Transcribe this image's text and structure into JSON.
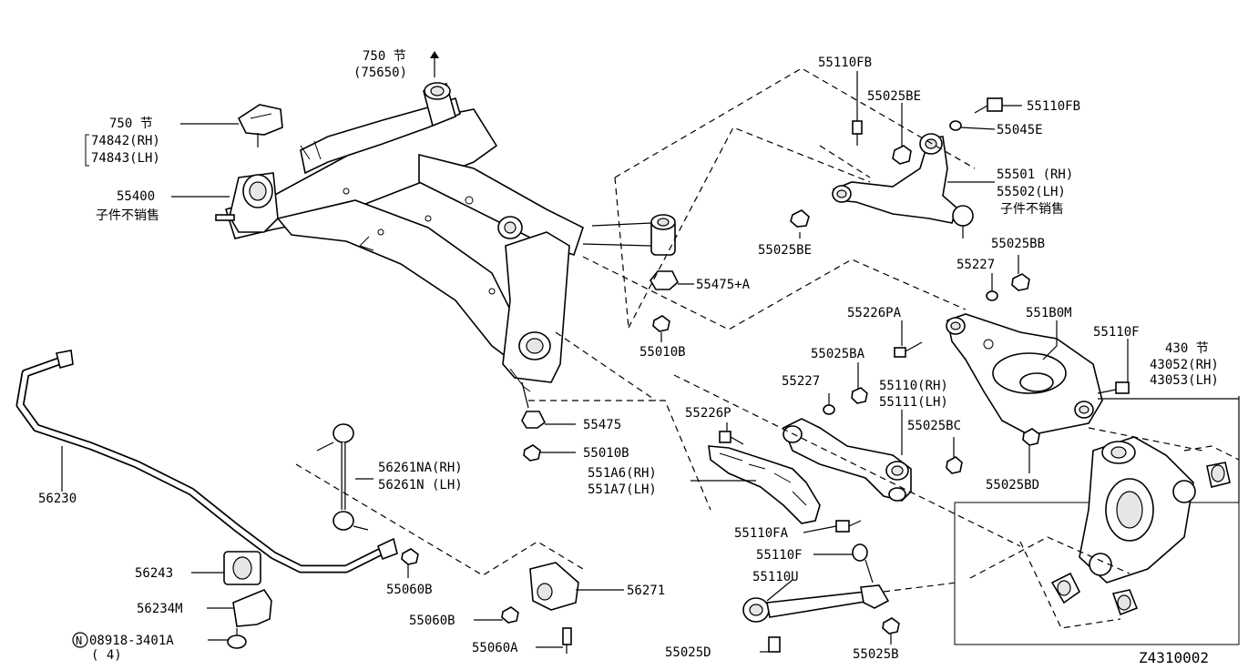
{
  "diagram_id": "Z4310002",
  "labels": {
    "l750a": "750 节",
    "l75650": "(75650)",
    "l750b": "750 节",
    "l74842": "74842(RH)",
    "l74843": "74843(LH)",
    "l55400": "55400",
    "l55400note": "子件不销售",
    "l55110FB1": "55110FB",
    "l55025BE1": "55025BE",
    "l55110FB2": "55110FB",
    "l55045E": "55045E",
    "l55501": "55501 (RH)",
    "l55502": "55502(LH)",
    "l55501note": "子件不销售",
    "l55025BE2": "55025BE",
    "l55025BB": "55025BB",
    "l55227a": "55227",
    "l55475A": "55475+A",
    "l55010B1": "55010B",
    "l55226PA": "55226PA",
    "l551B0M": "551B0M",
    "l55110F1": "55110F",
    "l430": "430 节",
    "l43052": "43052(RH)",
    "l43053": "43053(LH)",
    "l55025BA": "55025BA",
    "l55227b": "55227",
    "l55110RH": "55110(RH)",
    "l55111LH": "55111(LH)",
    "l55226P": "55226P",
    "l55475": "55475",
    "l55010B2": "55010B",
    "l55025BC": "55025BC",
    "l55025BD": "55025BD",
    "l56261NA": "56261NA(RH)",
    "l56261N": "56261N (LH)",
    "l551A6": "551A6(RH)",
    "l551A7": "551A7(LH)",
    "l56230": "56230",
    "l55110FA": "55110FA",
    "l55110F2": "55110F",
    "l55110U": "55110U",
    "l56243": "56243",
    "l55060B1": "55060B",
    "l56271": "56271",
    "l56234M": "56234M",
    "l55060B2": "55060B",
    "l08918": "08918-3401A",
    "l08918circle": "N",
    "l08918qty": "( 4)",
    "l55060A": "55060A",
    "l55025D": "55025D",
    "l55025B": "55025B",
    "lZ": "Z4310002"
  }
}
